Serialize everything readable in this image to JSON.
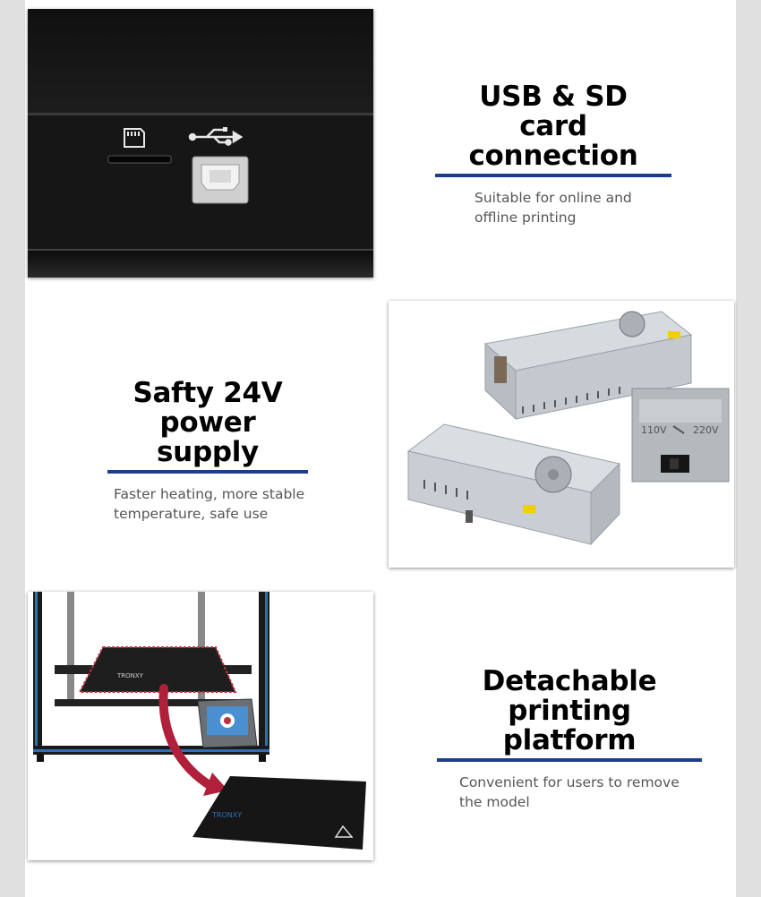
{
  "features": [
    {
      "title_line1": "USB & SD",
      "title_line2": "card connection",
      "desc_line1": "Suitable for online and",
      "desc_line2": "offline printing",
      "image_icon": "usb-sd-port-photo"
    },
    {
      "title_line1": "Safty 24V",
      "title_line2": "power supply",
      "desc_line1": "Faster heating, more stable",
      "desc_line2": "temperature, safe use",
      "image_icon": "power-supply-photo"
    },
    {
      "title_line1": "Detachable",
      "title_line2": "printing platform",
      "desc_line1": "Convenient for users to remove",
      "desc_line2": "the model",
      "image_icon": "printer-bed-photo"
    }
  ],
  "logos": {
    "bed_brand": "TRONXY"
  },
  "psu_label": {
    "voltage_low": "110V",
    "voltage_high": "220V"
  },
  "colors": {
    "accent_rule": "#1c3e8c",
    "frame_blue": "#2f6fb8",
    "arrow_red": "#b0203a"
  }
}
